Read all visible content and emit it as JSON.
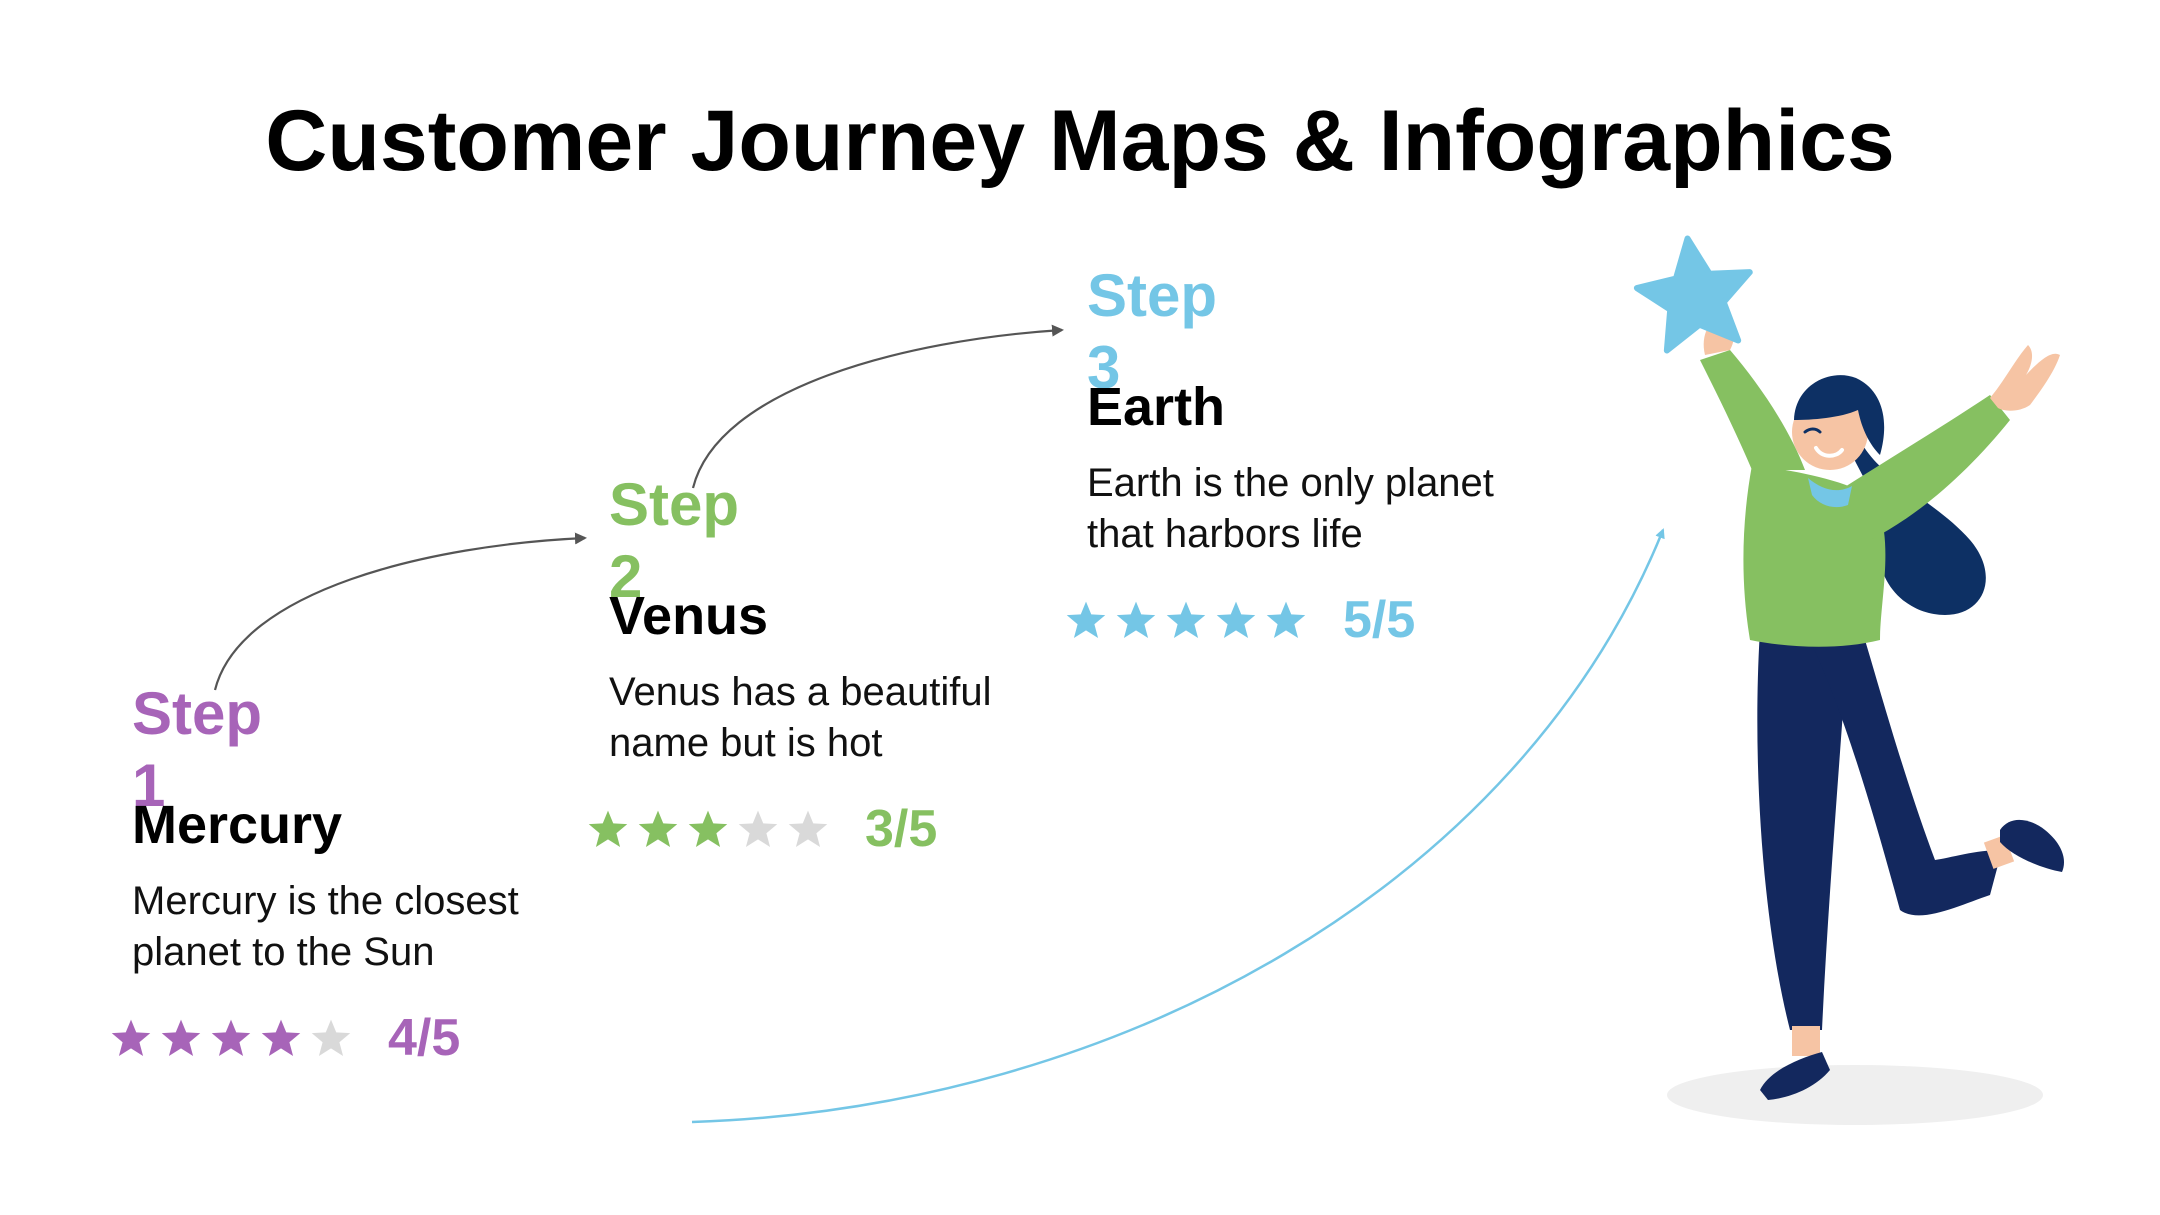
{
  "title": "Customer Journey Maps & Infographics",
  "colors": {
    "step1": "#A764B8",
    "step2": "#86C061",
    "step3": "#74C6E6",
    "star_empty": "#D9D9D9",
    "arrow": "#555555",
    "long_arrow": "#74C6E6"
  },
  "steps": [
    {
      "label": "Step 1",
      "name": "Mercury",
      "description": "Mercury is the closest planet to the Sun",
      "rating": 4,
      "max": 5,
      "rating_text": "4/5"
    },
    {
      "label": "Step 2",
      "name": "Venus",
      "description": "Venus has a beautiful name but is hot",
      "rating": 3,
      "max": 5,
      "rating_text": "3/5"
    },
    {
      "label": "Step 3",
      "name": "Earth",
      "description": "Earth is the only planet that harbors life",
      "rating": 5,
      "max": 5,
      "rating_text": "5/5"
    }
  ],
  "illustration": {
    "subject": "woman-holding-star",
    "colors": {
      "star": "#74C6E6",
      "sweater": "#86C061",
      "pants": "#13285E",
      "hair": "#0D3064",
      "skin": "#F6C4A4",
      "shadow": "#EFEFEF"
    }
  }
}
